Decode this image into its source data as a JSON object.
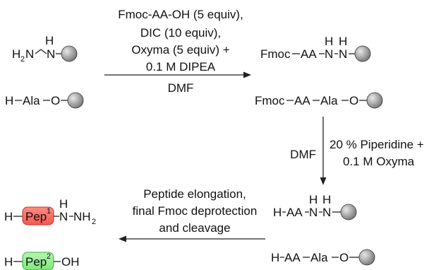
{
  "colors": {
    "pep1_fill": "#f25a50",
    "pep1_stroke": "#c4302a",
    "pep2_fill": "#7ee87a",
    "pep2_stroke": "#3fa83a",
    "bead_dark": "#6e6e6e",
    "bead_light": "#e8e8e8"
  },
  "icons": {
    "bead": "resin-bead-icon"
  },
  "reactants": {
    "hydrazine": {
      "h_top": "H",
      "h2": "H",
      "sub2": "2",
      "n": "N",
      "n2": "N"
    },
    "ala": {
      "h": "H",
      "ala": "Ala",
      "o": "O"
    }
  },
  "step1": {
    "reagents": [
      "Fmoc-AA-OH (5 equiv),",
      "DIC (10 equiv),",
      "Oxyma (5 equiv) +",
      "0.1 M DIPEA"
    ],
    "solvent": "DMF"
  },
  "intermediates": {
    "hydrazide": {
      "fmoc": "Fmoc",
      "aa": "AA",
      "h1": "H",
      "h2": "H",
      "n1": "N",
      "n2": "N"
    },
    "ala": {
      "fmoc": "Fmoc",
      "aa": "AA",
      "ala": "Ala",
      "o": "O"
    }
  },
  "step2": {
    "solvent": "DMF",
    "reagents": [
      "20 % Piperidine +",
      "0.1 M Oxyma"
    ]
  },
  "deprotected": {
    "hydrazide": {
      "h": "H",
      "aa": "AA",
      "h1": "H",
      "h2": "H",
      "n1": "N",
      "n2": "N"
    },
    "ala": {
      "h": "H",
      "aa": "AA",
      "ala": "Ala",
      "o": "O"
    }
  },
  "step3": {
    "conditions": [
      "Peptide elongation,",
      "final Fmoc deprotection",
      "and cleavage"
    ]
  },
  "products": {
    "p1": {
      "h": "H",
      "pep": "Pep",
      "sup": "1",
      "h_top": "H",
      "n1": "N",
      "nh": "NH",
      "sub": "2"
    },
    "p2": {
      "h": "H",
      "pep": "Pep",
      "sup": "2",
      "oh": "OH"
    }
  }
}
